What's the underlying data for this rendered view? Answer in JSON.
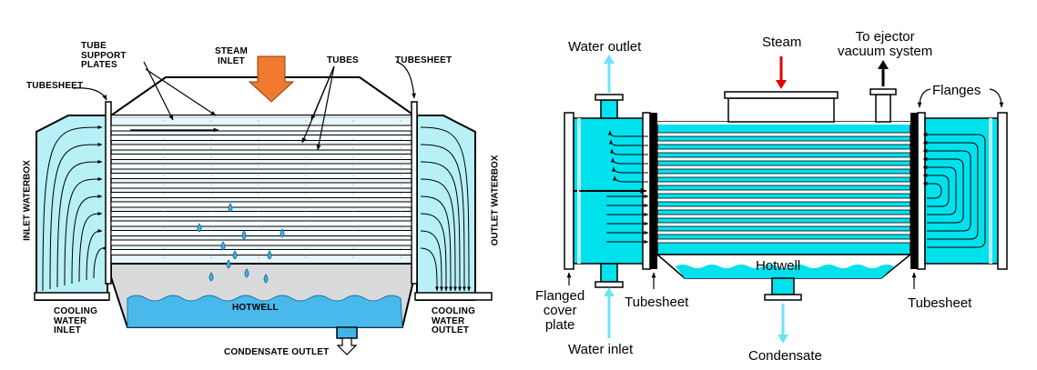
{
  "colors": {
    "cyan_fill": "#b8f0f8",
    "water_blue": "#3fb6ea",
    "hotwell_blue": "#49b9ec",
    "dark_cyan": "#00e1ee",
    "steam_orange": "#f07a2e",
    "steam_red": "#e00000",
    "shell_gray": "#d8dadc",
    "tube_black": "#000000"
  },
  "left_diagram": {
    "labels": {
      "tube_support_plates": [
        "TUBE",
        "SUPPORT",
        "PLATES"
      ],
      "steam_inlet": [
        "STEAM",
        "INLET"
      ],
      "tubes": "TUBES",
      "tubesheet_right": "TUBESHEET",
      "tubesheet_left": "TUBESHEET",
      "inlet_waterbox": "INLET WATERBOX",
      "outlet_waterbox": "OUTLET WATERBOX",
      "hotwell": "HOTWELL",
      "cooling_water_inlet": [
        "COOLING",
        "WATER",
        "INLET"
      ],
      "cooling_water_outlet": [
        "COOLING",
        "WATER",
        "OUTLET"
      ],
      "condensate_outlet": "CONDENSATE OUTLET"
    }
  },
  "right_diagram": {
    "labels": {
      "water_outlet": "Water outlet",
      "steam": "Steam",
      "to_ejector": [
        "To ejector",
        "vacuum system"
      ],
      "flanges": "Flanges",
      "hotwell": "Hotwell",
      "flanged_cover_plate": [
        "Flanged",
        "cover",
        "plate"
      ],
      "tubesheet_left": "Tubesheet",
      "tubesheet_right": "Tubesheet",
      "water_inlet": "Water inlet",
      "condensate": "Condensate"
    }
  }
}
